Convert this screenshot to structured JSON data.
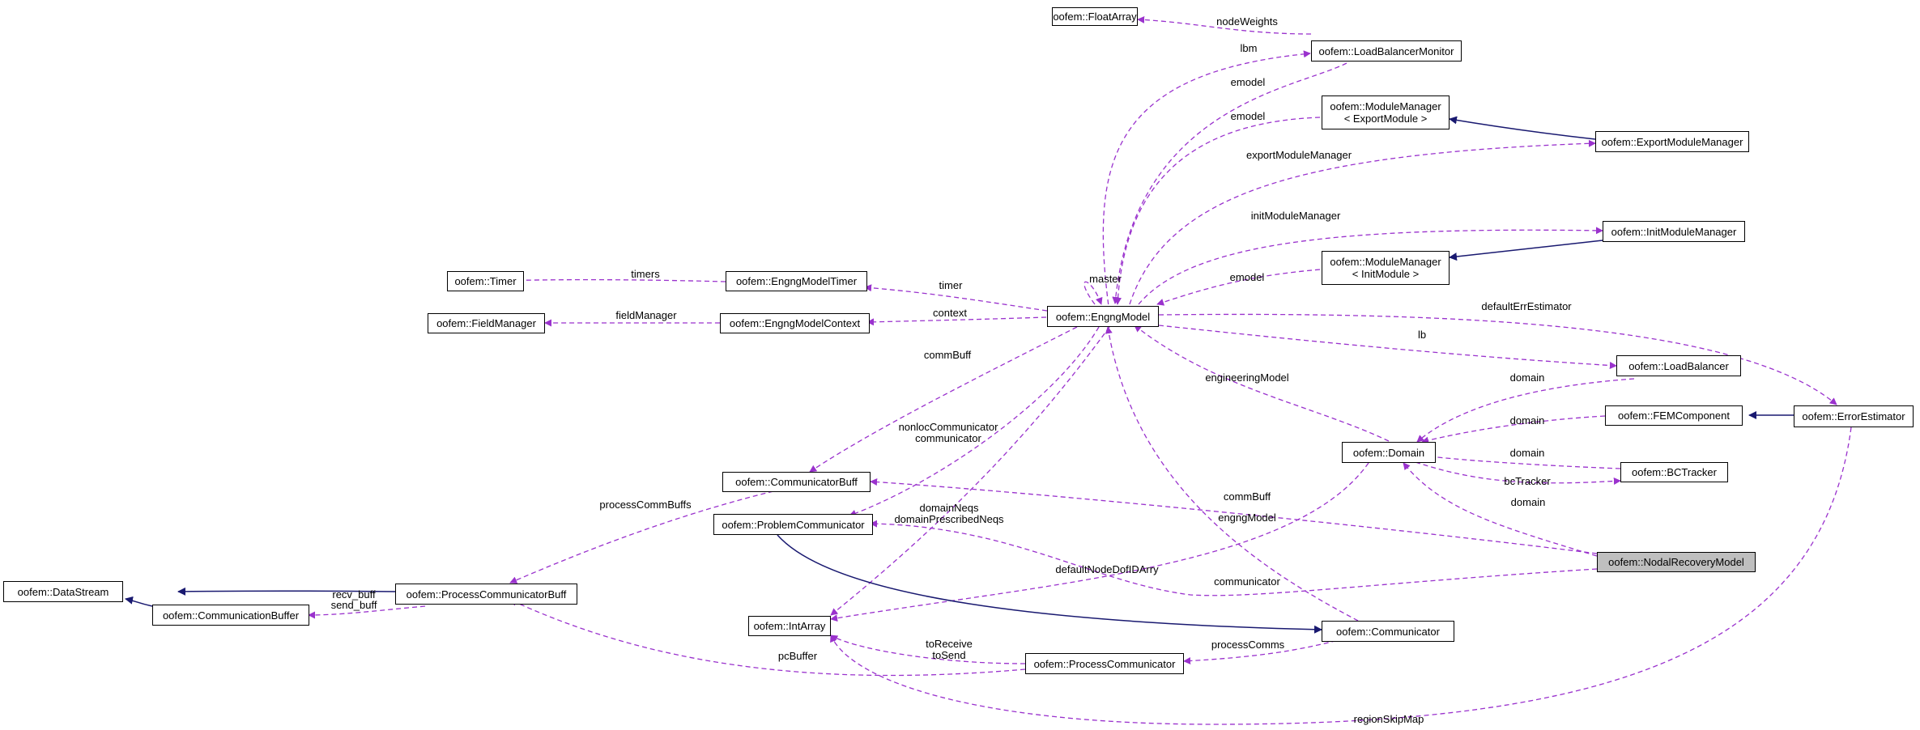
{
  "colors": {
    "usage_edge": "#9a32cd",
    "inherit_edge": "#191970",
    "highlight_fill": "#bfbfbf"
  },
  "nodes": {
    "floatarray": "oofem::FloatArray",
    "loadbalancermonitor": "oofem::LoadBalancerMonitor",
    "modulemanager_export_1": "oofem::ModuleManager",
    "modulemanager_export_2": "< ExportModule >",
    "exportmodulemanager": "oofem::ExportModuleManager",
    "initmodulemanager": "oofem::InitModuleManager",
    "modulemanager_init_1": "oofem::ModuleManager",
    "modulemanager_init_2": "< InitModule >",
    "timer": "oofem::Timer",
    "engngmodeltimer": "oofem::EngngModelTimer",
    "engngmodel": "oofem::EngngModel",
    "fieldmanager": "oofem::FieldManager",
    "engngmodelcontext": "oofem::EngngModelContext",
    "loadbalancer": "oofem::LoadBalancer",
    "domain": "oofem::Domain",
    "femcomponent": "oofem::FEMComponent",
    "errorestimator": "oofem::ErrorEstimator",
    "bctracker": "oofem::BCTracker",
    "communicatorbuff": "oofem::CommunicatorBuff",
    "problemcommunicator": "oofem::ProblemCommunicator",
    "nodalrecoverymodel": "oofem::NodalRecoveryModel",
    "datastream": "oofem::DataStream",
    "processcommunicatorbuff": "oofem::ProcessCommunicatorBuff",
    "communicationbuffer": "oofem::CommunicationBuffer",
    "intarray": "oofem::IntArray",
    "communicator": "oofem::Communicator",
    "processcommunicator": "oofem::ProcessCommunicator"
  },
  "edge_labels": {
    "nodeweights": "nodeWeights",
    "lbm": "lbm",
    "emodel_lbm": "emodel",
    "emodel_export": "emodel",
    "exportmodulemanager": "exportModuleManager",
    "initmodulemanager": "initModuleManager",
    "master": "master",
    "timers": "timers",
    "timer": "timer",
    "emodel_init": "emodel",
    "fieldmanager": "fieldManager",
    "context": "context",
    "defaulterrestimator": "defaultErrEstimator",
    "lb": "lb",
    "engineeringmodel": "engineeringModel",
    "commbuff_engng": "commBuff",
    "domain_lb": "domain",
    "domain_fem": "domain",
    "nonloccommunicator": "nonlocCommunicator",
    "communicator_engng": "communicator",
    "domain_bct": "domain",
    "bctracker": "bcTracker",
    "processcommbuffs": "processCommBuffs",
    "commbuff_nrm": "commBuff",
    "domainneqs": "domainNeqs",
    "domainprescribedneqs": "domainPrescribedNeqs",
    "domain_nrm": "domain",
    "engngmodel_comm": "engngModel",
    "defaultnodedofidarry": "defaultNodeDofIDArry",
    "communicator_nrm": "communicator",
    "recv_buff": "recv_buff",
    "send_buff": "send_buff",
    "toreceive": "toReceive",
    "tosend": "toSend",
    "processcomms": "processComms",
    "pcbuffer": "pcBuffer",
    "regionskipmap": "regionSkipMap"
  }
}
